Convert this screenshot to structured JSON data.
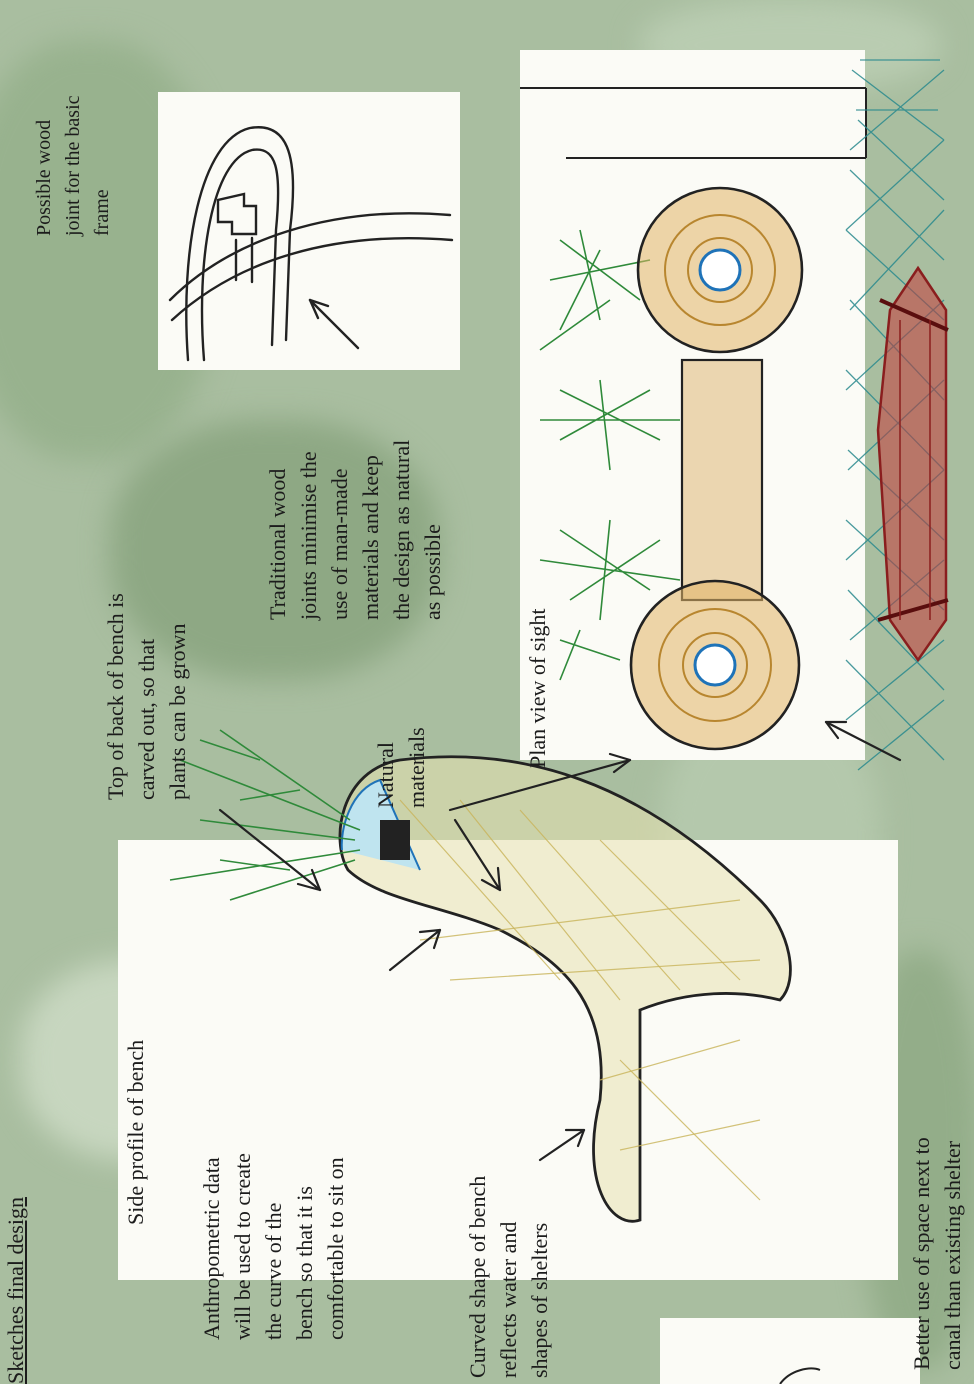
{
  "page_title": "Sketches final design",
  "annotations": {
    "side_profile": "Side profile of bench",
    "anthropometric": "Anthropometric data\nwill be used to create\nthe curve of the\nbench so that it is\ncomfortable to sit on",
    "curved_shape": "Curved shape of bench\nreflects water and\nshapes of shelters",
    "top_back": "Top of back of bench is\ncarved out, so that\nplants can be grown",
    "natural_materials": "Natural\nmaterials",
    "traditional_joints": "Traditional wood\njoints minimise the\nuse of man-made\nmaterials and keep\nthe design as natural\nas possible",
    "plan_view": "Plan view of sight",
    "wood_joint": "Possible wood\njoint for the basic\nframe",
    "better_use": "Better use of space next to\ncanal than existing shelter"
  },
  "colors": {
    "background_green": "#a9bea0",
    "panel": "#fbfbf6",
    "wood": "#d6a85a",
    "plants": "#2f8a3a",
    "water": "#2a8a8e",
    "shelter": "#b02a2a"
  }
}
